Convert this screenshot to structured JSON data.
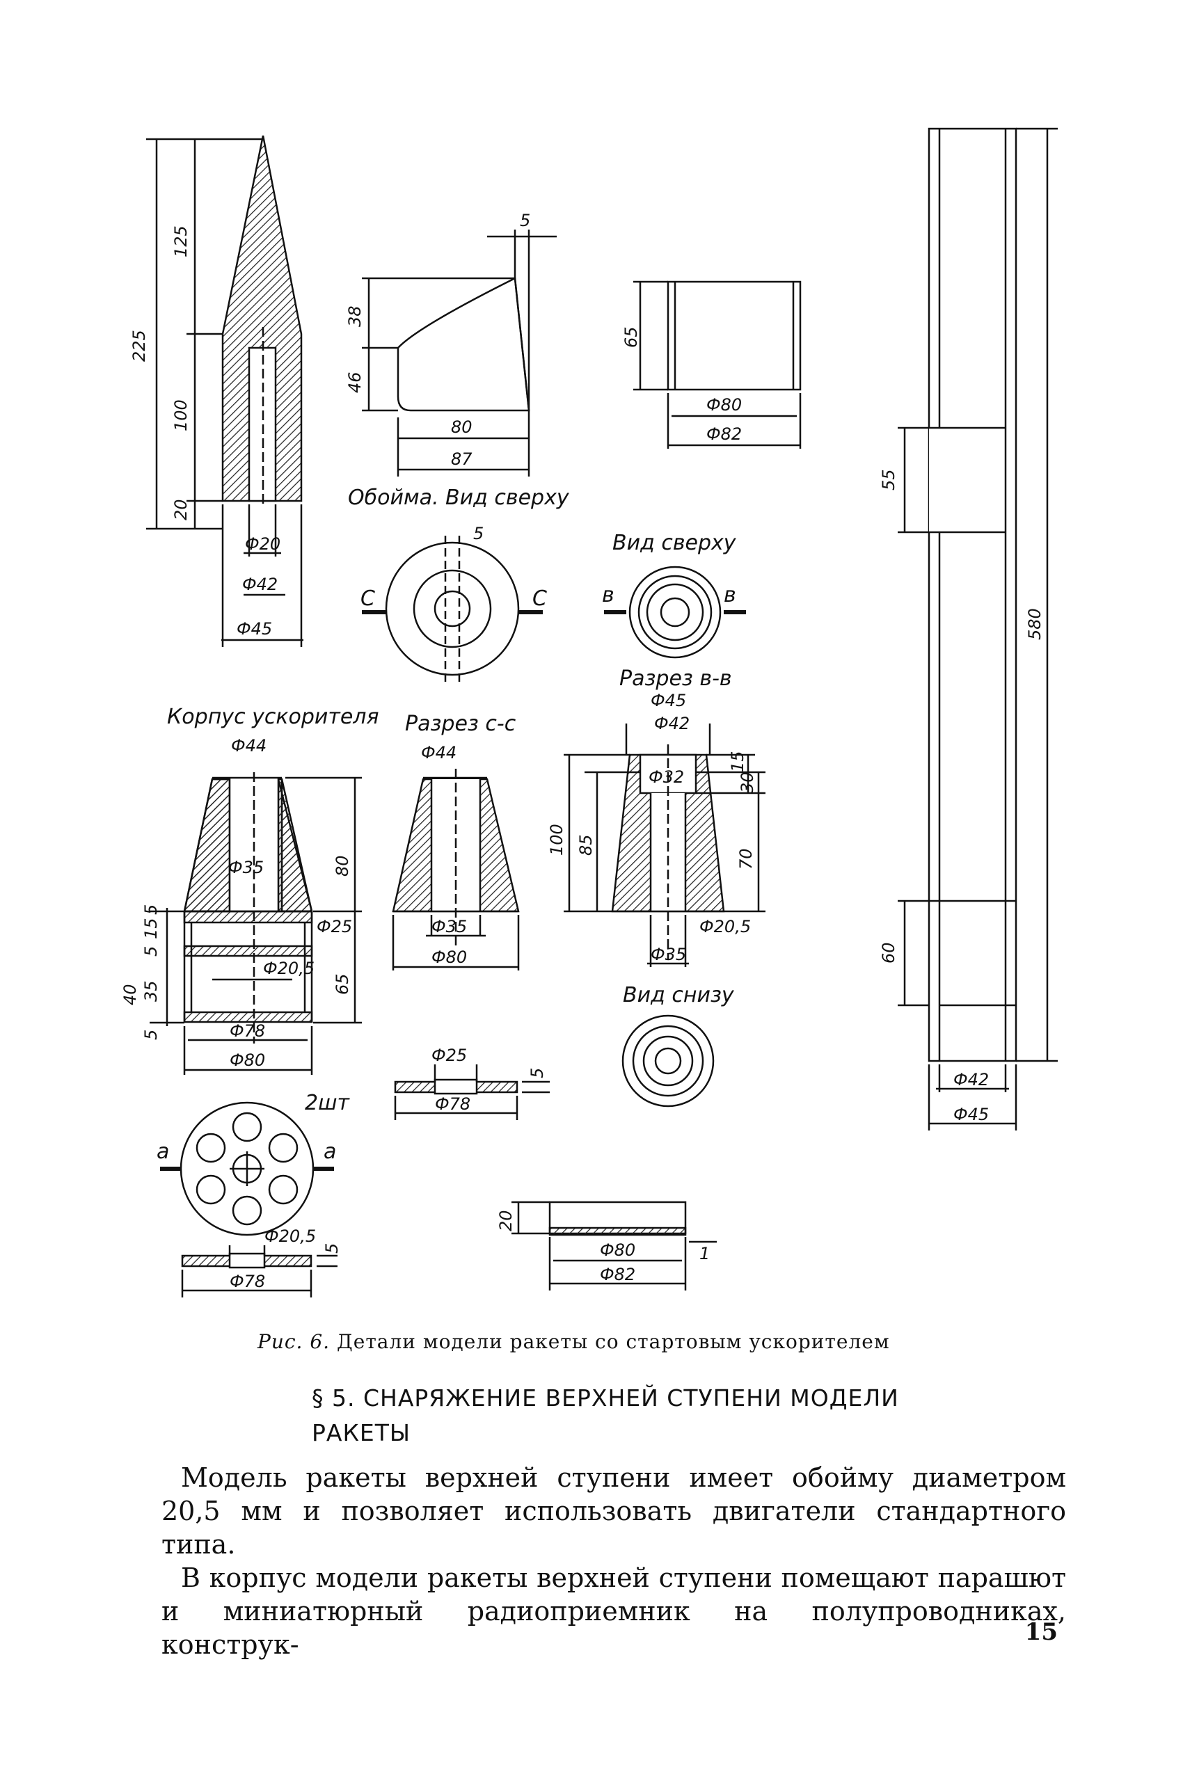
{
  "figure": {
    "labels": {
      "oboima_view": "Обойма. Вид сверху",
      "view_top": "Вид сверху",
      "section_bb": "Разрез в-в",
      "korpus": "Корпус ускорителя",
      "section_cc": "Разрез с-с",
      "view_bottom": "Вид снизу",
      "qty": "2шт",
      "c": "С",
      "b": "в",
      "a": "а"
    },
    "dims": {
      "d225": "225",
      "d125": "125",
      "d100": "100",
      "d20": "20",
      "p20": "Ф20",
      "p42": "Ф42",
      "p45": "Ф45",
      "d5": "5",
      "d38": "38",
      "d46": "46",
      "d80": "80",
      "d87": "87",
      "d65": "65",
      "p80": "Ф80",
      "p82": "Ф82",
      "p44": "Ф44",
      "p35": "Ф35",
      "p25": "Ф25",
      "p205": "Ф20,5",
      "p78": "Ф78",
      "d15": "15",
      "d40": "40",
      "d35": "35",
      "p32": "Ф32",
      "d30": "30",
      "d85": "85",
      "d70": "70",
      "d580": "580",
      "d60": "60",
      "d55": "55",
      "d1": "1"
    }
  },
  "caption": {
    "label": "Рис. 6.",
    "text": "Детали модели ракеты со стартовым ускорителем"
  },
  "section": {
    "title_line1": "§ 5. СНАРЯЖЕНИЕ ВЕРХНЕЙ СТУПЕНИ МОДЕЛИ",
    "title_line2": "РАКЕТЫ"
  },
  "body": {
    "p1": "Модель ракеты верхней ступени имеет обойму диаметром 20,5 мм и позволяет использовать двигатели стандартного типа.",
    "p2": "В корпус модели ракеты верхней ступени помещают парашют и миниатюрный радиоприемник на полупроводниках, конструк-"
  },
  "page_number": "15"
}
